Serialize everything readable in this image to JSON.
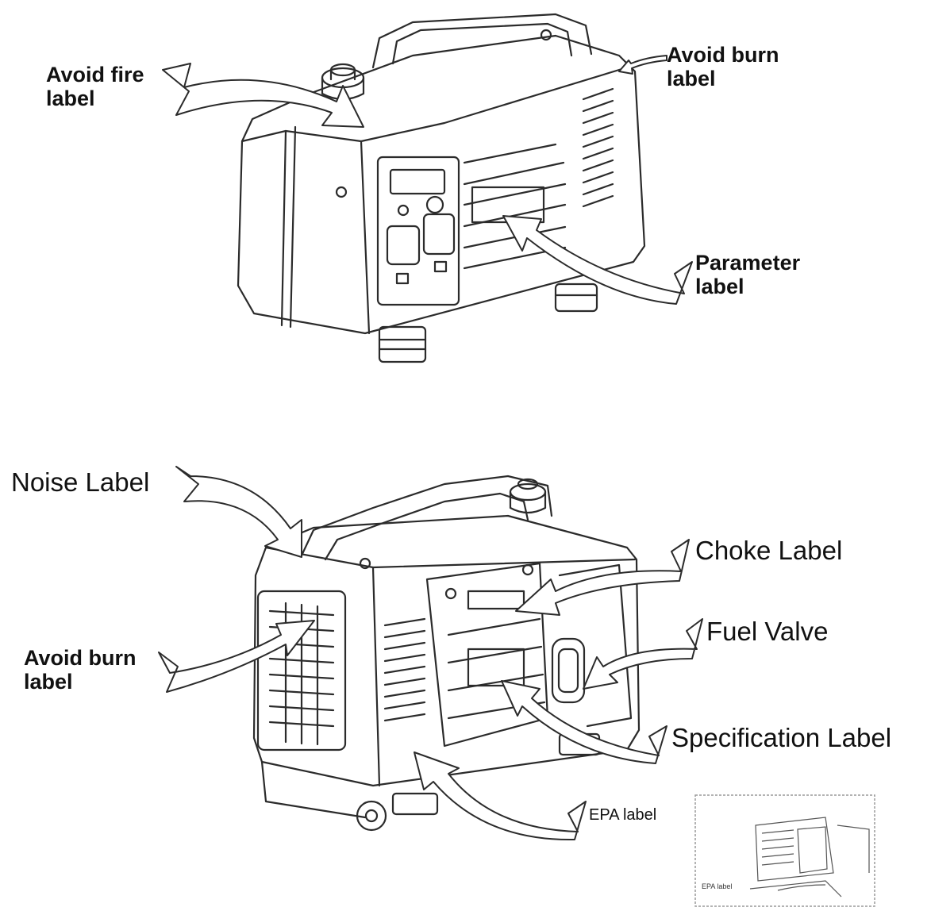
{
  "top": {
    "avoid_fire": [
      "Avoid fire",
      "label"
    ],
    "avoid_burn": [
      "Avoid burn",
      "label"
    ],
    "parameter": [
      "Parameter",
      "label"
    ]
  },
  "bottom": {
    "noise": "Noise Label",
    "choke": "Choke Label",
    "fuel_valve": "Fuel Valve",
    "avoid_burn": [
      "Avoid burn",
      "label"
    ],
    "specification": "Specification Label",
    "epa": "EPA label",
    "inset_caption": "EPA label"
  },
  "colors": {
    "line": "#2b2b2b",
    "paper": "#ffffff",
    "inset_border": "#9a9a9a"
  }
}
